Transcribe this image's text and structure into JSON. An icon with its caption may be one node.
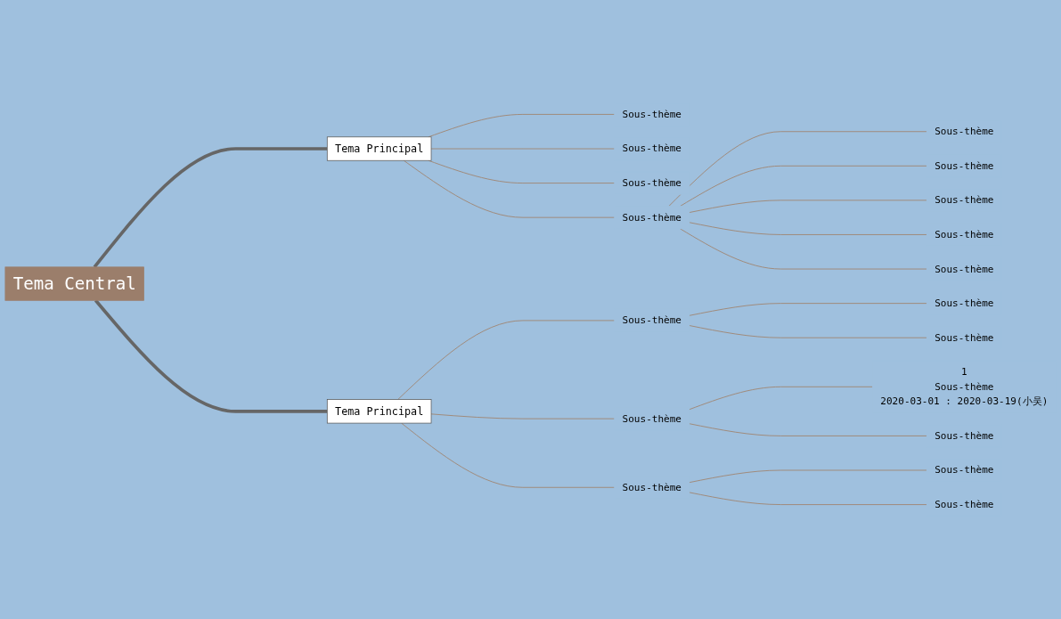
{
  "diagram": {
    "nodes": [
      {
        "text": [
          "Tema Central"
        ]
      },
      {
        "text": [
          "Tema Principal"
        ]
      },
      {
        "text": [
          "Sous-thème"
        ]
      },
      {
        "text": [
          "Sous-thème"
        ]
      },
      {
        "text": [
          "Sous-thème"
        ]
      },
      {
        "text": [
          "Sous-thème"
        ]
      },
      {
        "text": [
          "Sous-thème"
        ]
      },
      {
        "text": [
          "Sous-thème"
        ]
      },
      {
        "text": [
          "Sous-thème"
        ]
      },
      {
        "text": [
          "Sous-thème"
        ]
      },
      {
        "text": [
          "Sous-thème"
        ]
      },
      {
        "text": [
          "Tema Principal"
        ]
      },
      {
        "text": [
          "Sous-thème"
        ]
      },
      {
        "text": [
          "Sous-thème"
        ]
      },
      {
        "text": [
          "Sous-thème"
        ]
      },
      {
        "text": [
          "Sous-thème"
        ]
      },
      {
        "text": [
          "1",
          "Sous-thème",
          "2020-03-01 : 2020-03-19(小吴)"
        ]
      },
      {
        "text": [
          "Sous-thème"
        ]
      },
      {
        "text": [
          "Sous-thème"
        ]
      },
      {
        "text": [
          "Sous-thème"
        ]
      },
      {
        "text": [
          "Sous-thème"
        ]
      }
    ],
    "edges": [
      {
        "from": 0,
        "to": 1,
        "arrow": "none",
        "style": "thick",
        "color": "#666666"
      },
      {
        "from": 0,
        "to": 11,
        "arrow": "none",
        "style": "thick",
        "color": "#666666"
      },
      {
        "from": 1,
        "to": 2,
        "arrow": "none"
      },
      {
        "from": 1,
        "to": 3,
        "arrow": "none"
      },
      {
        "from": 1,
        "to": 4,
        "arrow": "none"
      },
      {
        "from": 1,
        "to": 5,
        "arrow": "none"
      },
      {
        "from": 5,
        "to": 6,
        "arrow": "none"
      },
      {
        "from": 5,
        "to": 7,
        "arrow": "none"
      },
      {
        "from": 5,
        "to": 8,
        "arrow": "none"
      },
      {
        "from": 5,
        "to": 9,
        "arrow": "none"
      },
      {
        "from": 5,
        "to": 10,
        "arrow": "none"
      },
      {
        "from": 11,
        "to": 12,
        "arrow": "none"
      },
      {
        "from": 11,
        "to": 15,
        "arrow": "none"
      },
      {
        "from": 11,
        "to": 18,
        "arrow": "none"
      },
      {
        "from": 12,
        "to": 13,
        "arrow": "none"
      },
      {
        "from": 12,
        "to": 14,
        "arrow": "none"
      },
      {
        "from": 15,
        "to": 16,
        "arrow": "none"
      },
      {
        "from": 15,
        "to": 17,
        "arrow": "none"
      },
      {
        "from": 18,
        "to": 19,
        "arrow": "none"
      },
      {
        "from": 18,
        "to": 20,
        "arrow": "none"
      }
    ]
  }
}
